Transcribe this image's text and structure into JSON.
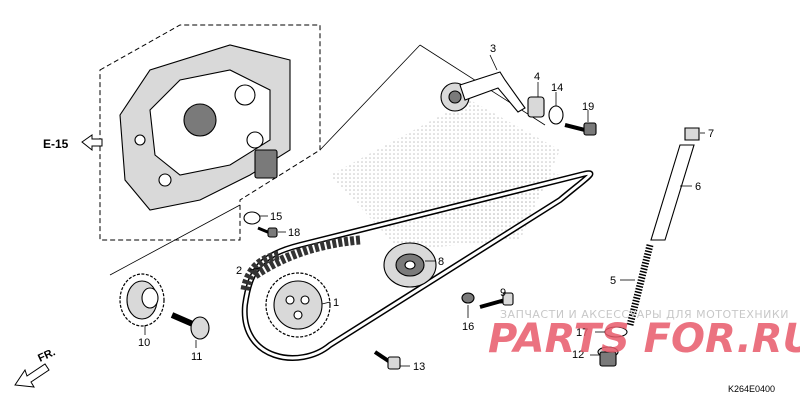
{
  "diagram": {
    "ref_label": "E-15",
    "direction_label": "FR.",
    "drawing_code": "K264E0400",
    "callouts": [
      {
        "id": "c1",
        "text": "1"
      },
      {
        "id": "c2",
        "text": "2"
      },
      {
        "id": "c3",
        "text": "3"
      },
      {
        "id": "c4",
        "text": "4"
      },
      {
        "id": "c5",
        "text": "5"
      },
      {
        "id": "c6",
        "text": "6"
      },
      {
        "id": "c7",
        "text": "7"
      },
      {
        "id": "c8",
        "text": "8"
      },
      {
        "id": "c9",
        "text": "9"
      },
      {
        "id": "c10",
        "text": "10"
      },
      {
        "id": "c11",
        "text": "11"
      },
      {
        "id": "c12",
        "text": "12"
      },
      {
        "id": "c13",
        "text": "13"
      },
      {
        "id": "c14",
        "text": "14"
      },
      {
        "id": "c15",
        "text": "15"
      },
      {
        "id": "c16",
        "text": "16"
      },
      {
        "id": "c17",
        "text": "17"
      },
      {
        "id": "c18",
        "text": "18"
      },
      {
        "id": "c19",
        "text": "19"
      }
    ]
  },
  "watermark": {
    "tagline": "ЗАПЧАСТИ И АКСЕССУАРЫ ДЛЯ МОТОТЕХНИКИ",
    "logo": "PARTS FOR.RU",
    "color": "#e85a6a"
  }
}
